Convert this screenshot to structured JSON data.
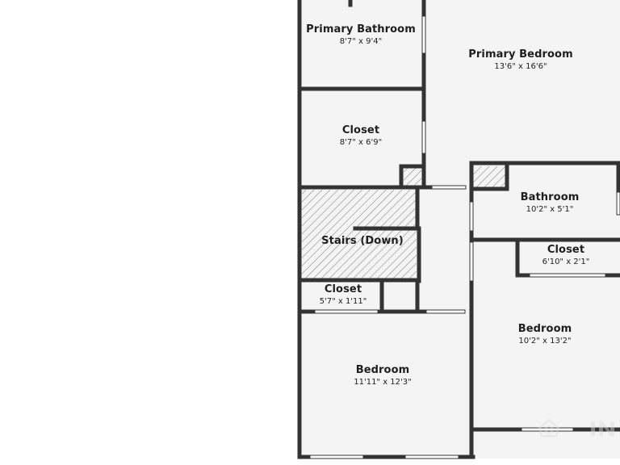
{
  "floor_plan": {
    "rooms": [
      {
        "name": "Primary Bathroom",
        "dims": "8'7\" x 9'4\""
      },
      {
        "name": "Primary Bedroom",
        "dims": "13'6\" x 16'6\""
      },
      {
        "name": "Closet",
        "dims": "8'7\" x 6'9\""
      },
      {
        "name": "Bathroom",
        "dims": "10'2\" x 5'1\""
      },
      {
        "name": "Stairs (Down)",
        "dims": ""
      },
      {
        "name": "Closet",
        "dims": "6'10\" x 2'1\""
      },
      {
        "name": "Closet",
        "dims": "5'7\" x 1'11\""
      },
      {
        "name": "Bedroom",
        "dims": "10'2\" x 13'2\""
      },
      {
        "name": "Bedroom",
        "dims": "11'11\" x 12'3\""
      }
    ]
  },
  "colors": {
    "wall": "#333333",
    "floor": "#f4f4f4",
    "hatch": "#888888",
    "background": "#ffffff"
  }
}
